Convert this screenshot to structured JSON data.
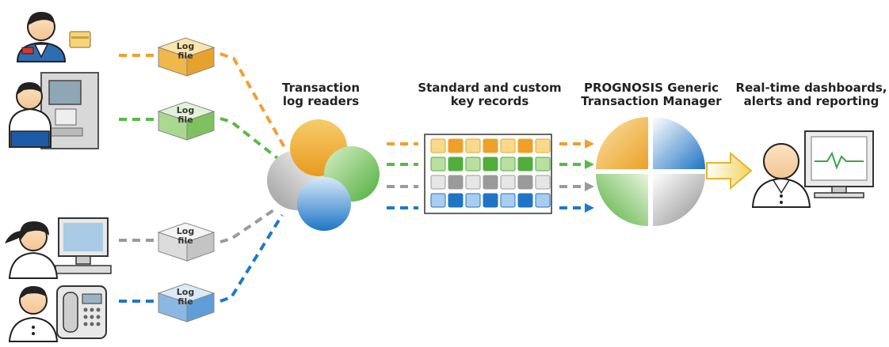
{
  "stages": {
    "readers": {
      "line1": "Transaction",
      "line2": "log readers"
    },
    "records": {
      "line1": "Standard and custom",
      "line2": "key records"
    },
    "manager": {
      "line1": "PROGNOSIS Generic",
      "line2": "Transaction Manager"
    },
    "output": {
      "line1": "Real-time dashboards,",
      "line2": "alerts and reporting"
    }
  },
  "log_box_label": {
    "line1": "Log",
    "line2": "file"
  },
  "sources": [
    {
      "name": "card-payment-user",
      "color": "orange"
    },
    {
      "name": "atm-user",
      "color": "green"
    },
    {
      "name": "computer-user",
      "color": "gray"
    },
    {
      "name": "phone-user",
      "color": "blue"
    }
  ],
  "colors": {
    "orange": "#f0a030",
    "green": "#5cb848",
    "gray": "#9a9a9a",
    "blue": "#1f78c8",
    "text": "#222222"
  }
}
